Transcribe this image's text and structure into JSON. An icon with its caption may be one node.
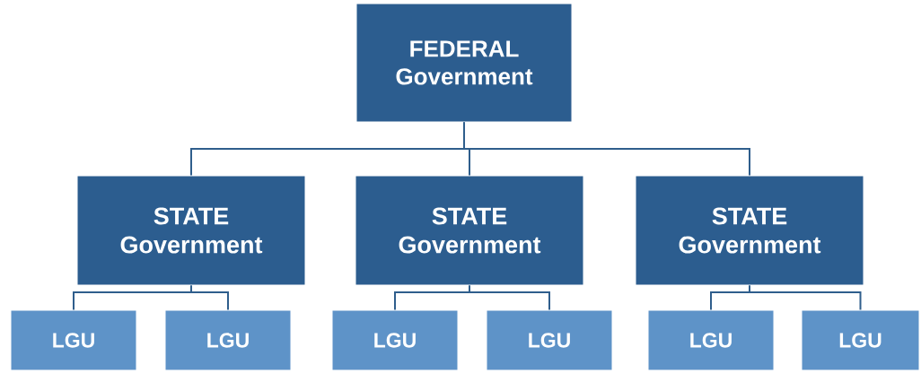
{
  "diagram": {
    "nodes": [
      {
        "text": [
          "FEDERAL Government"
        ]
      },
      {
        "text": [
          "STATE Government"
        ]
      },
      {
        "text": [
          "STATE Government"
        ]
      },
      {
        "text": [
          "STATE Government"
        ]
      },
      {
        "text": [
          "LGU"
        ]
      },
      {
        "text": [
          "LGU"
        ]
      },
      {
        "text": [
          "LGU"
        ]
      },
      {
        "text": [
          "LGU"
        ]
      },
      {
        "text": [
          "LGU"
        ]
      },
      {
        "text": [
          "LGU"
        ]
      }
    ],
    "edges": [
      {
        "from": 0,
        "to": 1,
        "arrow": "none"
      },
      {
        "from": 0,
        "to": 2,
        "arrow": "none"
      },
      {
        "from": 0,
        "to": 3,
        "arrow": "none"
      },
      {
        "from": 1,
        "to": 4,
        "arrow": "none"
      },
      {
        "from": 1,
        "to": 5,
        "arrow": "none"
      },
      {
        "from": 2,
        "to": 6,
        "arrow": "none"
      },
      {
        "from": 2,
        "to": 7,
        "arrow": "none"
      },
      {
        "from": 3,
        "to": 8,
        "arrow": "none"
      },
      {
        "from": 3,
        "to": 9,
        "arrow": "none"
      }
    ]
  }
}
